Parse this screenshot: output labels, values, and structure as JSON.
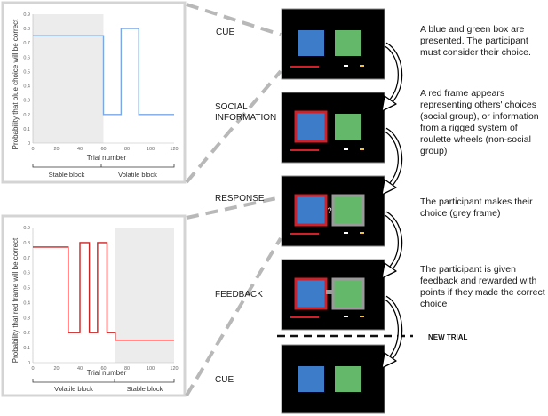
{
  "charts": {
    "top": {
      "ylabel": "Probability that blue choice will be correct",
      "xlabel": "Trial number",
      "yticks": [
        "0",
        "0.1",
        "0.2",
        "0.3",
        "0.4",
        "0.5",
        "0.6",
        "0.7",
        "0.8",
        "0.9"
      ],
      "xticks": [
        "0",
        "20",
        "40",
        "60",
        "80",
        "100",
        "120"
      ],
      "blocks": [
        "Stable block",
        "Volatile block"
      ],
      "color": "#7aa7e6"
    },
    "bottom": {
      "ylabel": "Probability that red frame will be correct",
      "xlabel": "Trial number",
      "yticks": [
        "0",
        "0.1",
        "0.2",
        "0.3",
        "0.4",
        "0.5",
        "0.6",
        "0.7",
        "0.8",
        "0.9"
      ],
      "xticks": [
        "0",
        "20",
        "40",
        "60",
        "80",
        "100",
        "120"
      ],
      "blocks": [
        "Volatile block",
        "Stable block"
      ],
      "color": "#cc2222"
    }
  },
  "chart_data": [
    {
      "type": "line",
      "title": "",
      "xlabel": "Trial number",
      "ylabel": "Probability that blue choice will be correct",
      "xlim": [
        0,
        120
      ],
      "ylim": [
        0,
        0.9
      ],
      "shaded_range": [
        0,
        60
      ],
      "x": [
        0,
        60,
        60,
        75,
        75,
        90,
        90,
        120
      ],
      "y": [
        0.75,
        0.75,
        0.2,
        0.2,
        0.8,
        0.8,
        0.2,
        0.2
      ],
      "block_labels": [
        "Stable block",
        "Volatile block"
      ]
    },
    {
      "type": "line",
      "title": "",
      "xlabel": "Trial number",
      "ylabel": "Probability that red frame will be correct",
      "xlim": [
        0,
        120
      ],
      "ylim": [
        0,
        0.9
      ],
      "shaded_range": [
        70,
        120
      ],
      "x": [
        0,
        30,
        30,
        40,
        40,
        48,
        48,
        55,
        55,
        63,
        63,
        70,
        70,
        120
      ],
      "y": [
        0.77,
        0.77,
        0.2,
        0.2,
        0.8,
        0.8,
        0.2,
        0.2,
        0.8,
        0.8,
        0.2,
        0.2,
        0.15,
        0.15
      ],
      "block_labels": [
        "Volatile block",
        "Stable block"
      ]
    }
  ],
  "steps": [
    {
      "label": "CUE",
      "description": [
        "A blue and green box are",
        "presented. The participant",
        "must consider their choice."
      ]
    },
    {
      "label": "SOCIAL\nINFORMATION",
      "description": [
        "A red frame appears",
        "representing others' choices",
        "(social group), or information",
        "from a rigged system of",
        "roulette wheels (non-social",
        "group)"
      ]
    },
    {
      "label": "RESPONSE",
      "description": [
        "The participant makes their",
        "choice (grey frame)"
      ]
    },
    {
      "label": "FEEDBACK",
      "description": [
        "The participant is given",
        "feedback and rewarded with",
        "points if they made the correct",
        "choice"
      ]
    },
    {
      "label": "CUE",
      "description": []
    }
  ],
  "step_labels_lines": [
    [
      "CUE"
    ],
    [
      "SOCIAL",
      "INFORMATION"
    ],
    [
      "RESPONSE"
    ],
    [
      "FEEDBACK"
    ],
    [
      "CUE"
    ]
  ],
  "question_mark": "?",
  "new_trial_label": "NEW TRIAL",
  "colors": {
    "screen_bg": "#000000",
    "blue_box": "#3d7cc9",
    "green_box": "#63b86a",
    "red_frame": "#d2202a",
    "grey_frame": "#9a9a9a",
    "shade": "#ececec"
  }
}
